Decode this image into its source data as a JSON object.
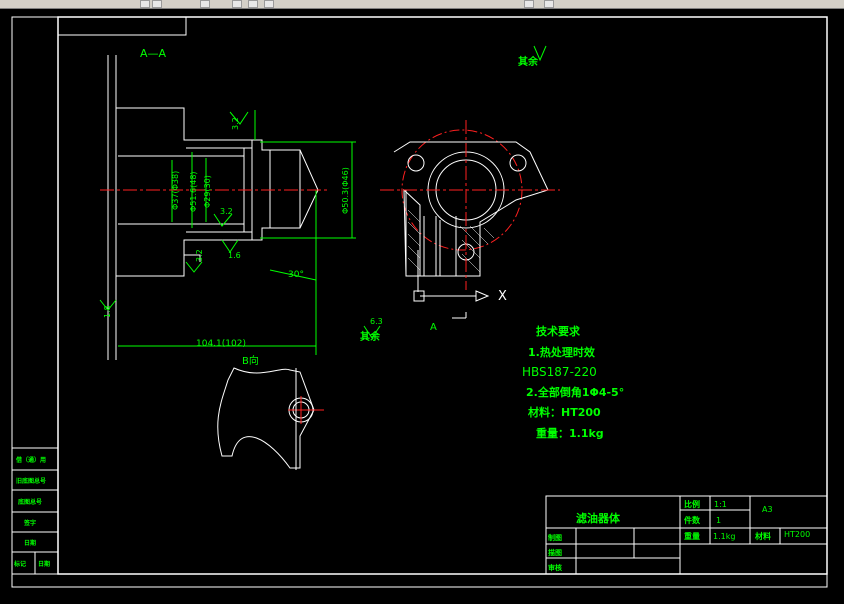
{
  "window": {
    "toolbar_icons": [
      "window-icon",
      "arrow-left-icon",
      "arrow-right-icon",
      "zoom-icon",
      "layer-icon",
      "dropdown-icon"
    ]
  },
  "view": {
    "section_label": "A—A",
    "view_a_label": "A",
    "view_b_label": "B向",
    "axis_x_label": "X"
  },
  "annotations": {
    "rough_top": "3.2",
    "rough_mid": "3.2",
    "rough_low": "3.2",
    "rough_16": "1.6",
    "rough_18": "1.8",
    "rough_63": "6.3",
    "rest_top": "其余",
    "rest_bottom": "其余",
    "angle": "30°",
    "dim_length": "104.1(102)",
    "dim_d37": "Φ37(Φ38)",
    "dim_d51": "Φ51.6(48)",
    "dim_d29": "Φ29(30)",
    "dim_d50": "Φ50.3(Φ46)"
  },
  "tech_req": {
    "title": "技术要求",
    "line1": "1.热处理时效",
    "line2": "HBS187-220",
    "line3": "2.全部倒角1Φ4-5°",
    "line4": "材料：HT200",
    "line5": "重量：1.1kg"
  },
  "title_block": {
    "part_name": "滤油器体",
    "scale_label": "比例",
    "scale_value": "1:1",
    "count_label": "件数",
    "count_value": "1",
    "weight_label": "重量",
    "weight_value": "1.1kg",
    "material_label": "材料",
    "material_value": "HT200",
    "sheet_size": "A3",
    "drawn_label": "制图",
    "desc_label": "描图",
    "review_label": "审核"
  },
  "side_block": {
    "r1": "借（通）用",
    "r2": "旧底图总号",
    "r3": "底图总号",
    "r4": "签字",
    "r5": "日期",
    "r6a": "标记",
    "r6b": "日期"
  }
}
